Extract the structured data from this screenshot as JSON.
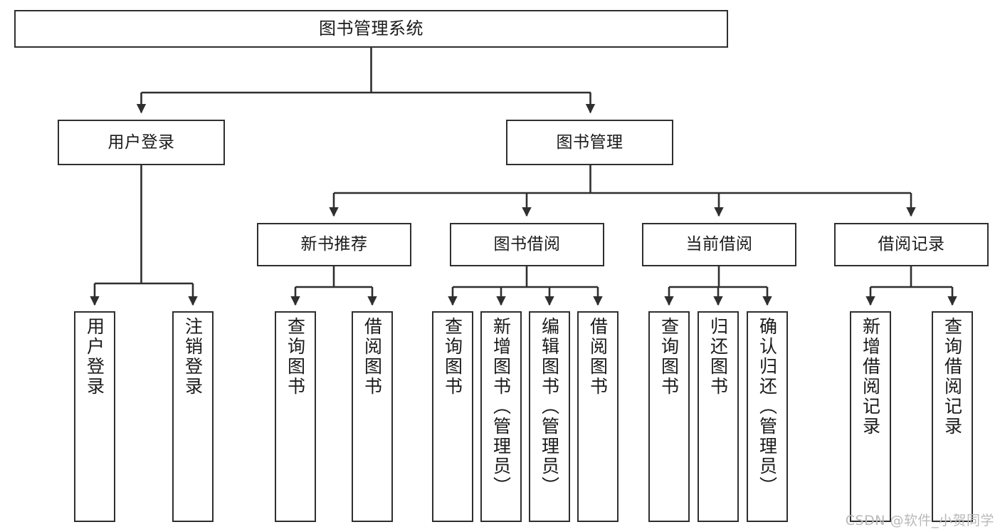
{
  "diagram": {
    "title": "图书管理系统",
    "type": "tree-hierarchy",
    "orientation": "top-down",
    "colors": {
      "box_border": "#2f2f2f",
      "box_fill": "#ffffff",
      "edge": "#2f2f2f",
      "text": "#1a1a1a",
      "watermark": "#b9b9b9",
      "background": "#ffffff"
    }
  },
  "nodes": {
    "root": {
      "label": "图书管理系统"
    },
    "level1": [
      {
        "label": "用户登录"
      },
      {
        "label": "图书管理"
      }
    ],
    "level2": [
      {
        "label": "新书推荐"
      },
      {
        "label": "图书借阅"
      },
      {
        "label": "当前借阅"
      },
      {
        "label": "借阅记录"
      }
    ],
    "leaves": {
      "user_login": [
        {
          "label": "用户登录"
        },
        {
          "label": "注销登录"
        }
      ],
      "new_book_recommend": [
        {
          "label": "查询图书"
        },
        {
          "label": "借阅图书"
        }
      ],
      "book_borrow": [
        {
          "label": "查询图书"
        },
        {
          "label": "新增图书（管理员）"
        },
        {
          "label": "编辑图书（管理员）"
        },
        {
          "label": "借阅图书"
        }
      ],
      "current_borrow": [
        {
          "label": "查询图书"
        },
        {
          "label": "归还图书"
        },
        {
          "label": "确认归还（管理员）"
        }
      ],
      "borrow_records": [
        {
          "label": "新增借阅记录"
        },
        {
          "label": "查询借阅记录"
        }
      ]
    }
  },
  "watermark": {
    "text": "CSDN @软件_小贺同学"
  }
}
